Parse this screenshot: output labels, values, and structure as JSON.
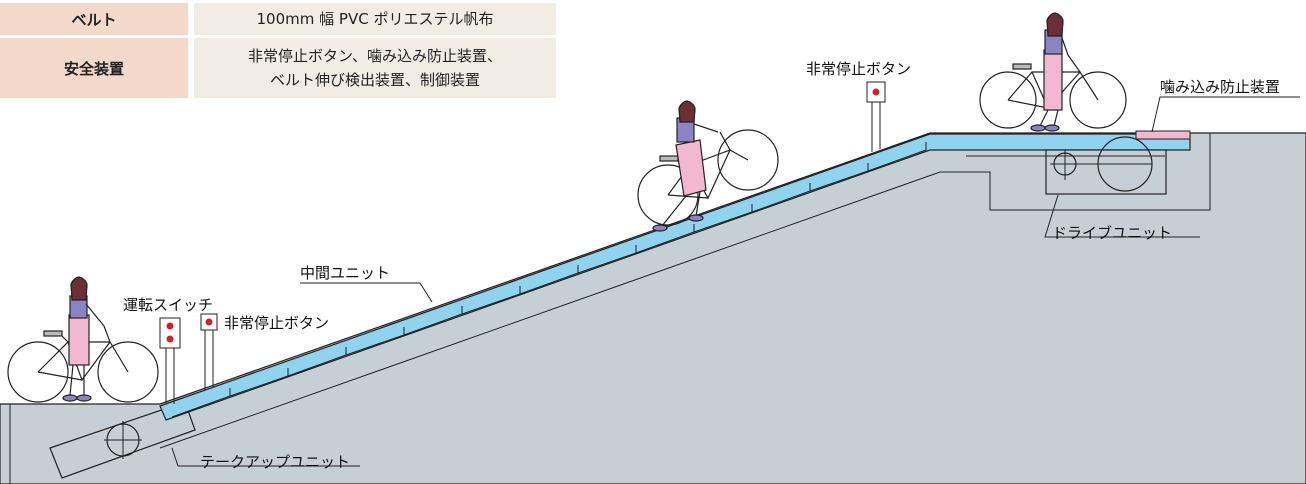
{
  "spec_table": [
    {
      "key": "ベルト",
      "value_lines": [
        "100mm 幅 PVC ポリエステル帆布"
      ]
    },
    {
      "key": "安全装置",
      "value_lines": [
        "非常停止ボタン、噛み込み防止装置、",
        "ベルト伸び検出装置、制御装置"
      ]
    }
  ],
  "labels": {
    "operation_switch": "運転スイッチ",
    "emergency_stop_low": "非常停止ボタン",
    "emergency_stop_high": "非常停止ボタン",
    "intermediate_unit": "中間ユニット",
    "take_up_unit": "テークアップユニット",
    "drive_unit": "ドライブユニット",
    "anti_pinch_device": "噛み込み防止装置"
  },
  "colors": {
    "ground": "#c6d0d4",
    "belt": "#8fd3ee",
    "anti_pinch": "#f3b6cf",
    "table_key_bg": "#f2d9c9",
    "table_value_bg": "#f1ede4",
    "button_red": "#d0202a",
    "person_dress": "#f2b8d0",
    "person_vest": "#8a84c2",
    "person_hair": "#6b2f3a"
  }
}
